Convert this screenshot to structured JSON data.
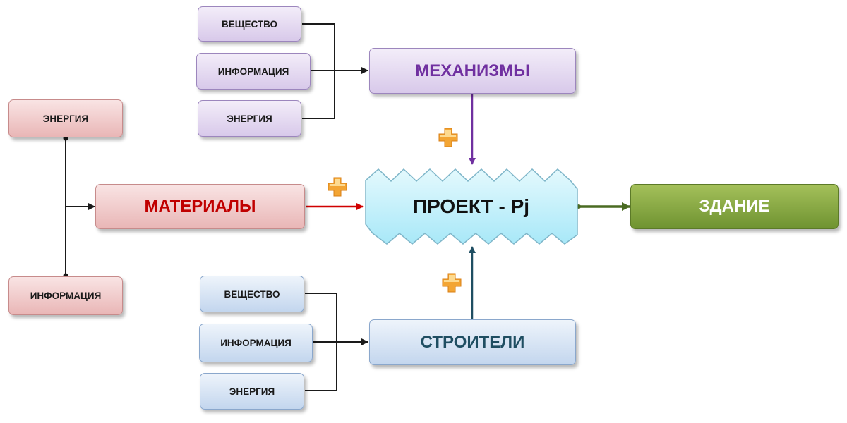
{
  "mechanisms": {
    "title": "МЕХАНИЗМЫ",
    "inputs": [
      "ВЕЩЕСТВО",
      "ИНФОРМАЦИЯ",
      "ЭНЕРГИЯ"
    ]
  },
  "materials": {
    "title": "МАТЕРИАЛЫ",
    "inputs": [
      "ЭНЕРГИЯ",
      "ИНФОРМАЦИЯ"
    ]
  },
  "builders": {
    "title": "СТРОИТЕЛИ",
    "inputs": [
      "ВЕЩЕСТВО",
      "ИНФОРМАЦИЯ",
      "ЭНЕРГИЯ"
    ]
  },
  "project": {
    "title": "ПРОЕКТ - Pj"
  },
  "result": {
    "title": "ЗДАНИЕ"
  },
  "colors": {
    "mechanisms": "#7030a0",
    "materials": "#c00000",
    "builders": "#1f4e62",
    "result": "#6f9331",
    "project_fill": "#c9f1fb",
    "plus": "#f0a030"
  },
  "icons": [
    "plus-icon",
    "plus-icon",
    "plus-icon"
  ]
}
